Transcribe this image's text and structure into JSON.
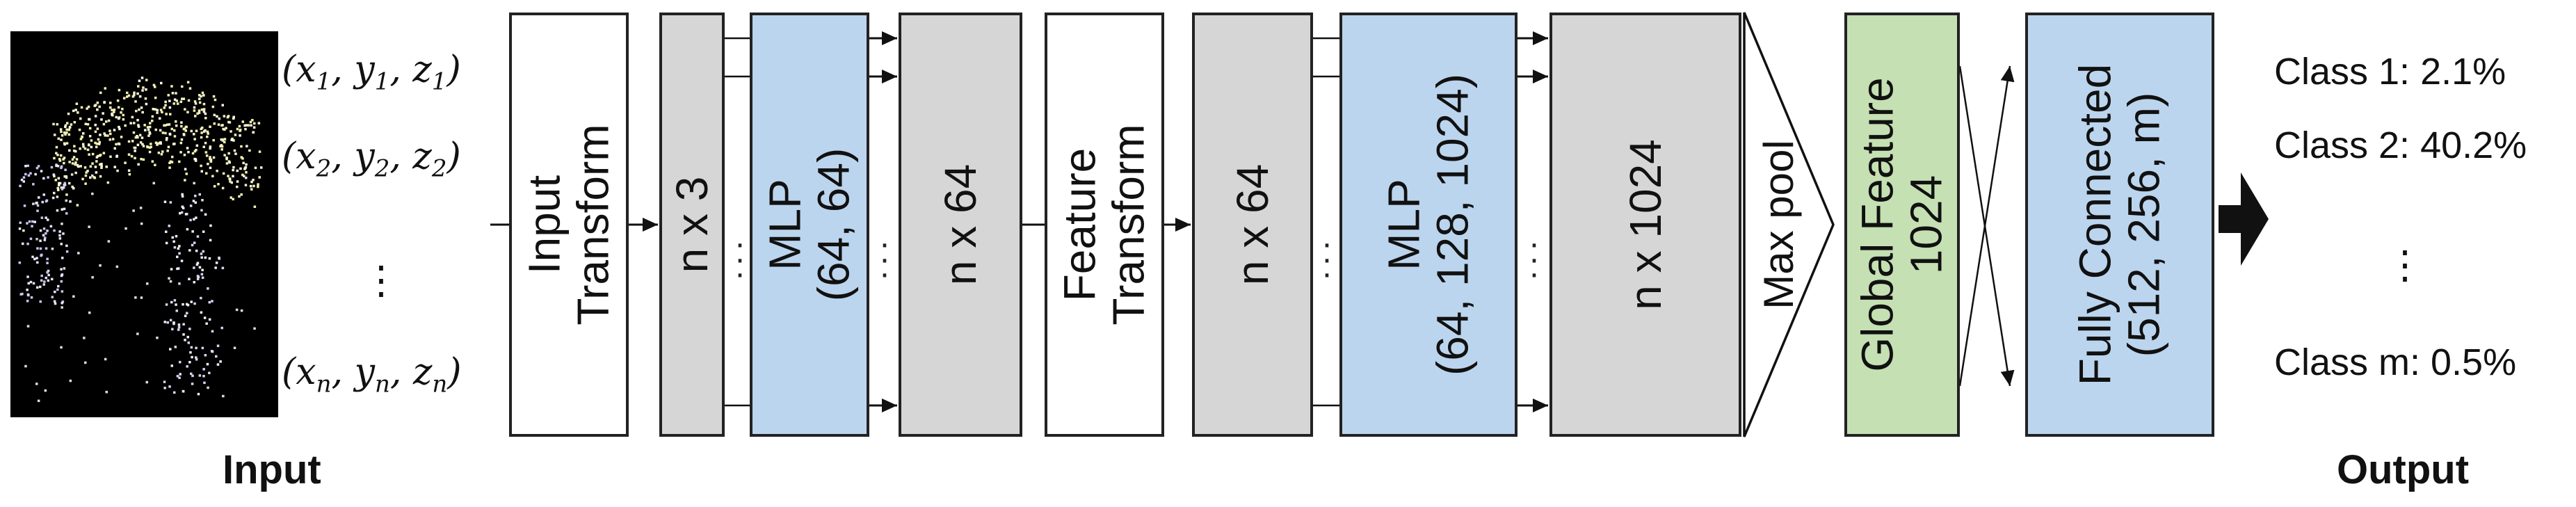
{
  "input": {
    "label": "Input",
    "coords": [
      {
        "x": "x",
        "y": "y",
        "z": "z",
        "sub": "1"
      },
      {
        "x": "x",
        "y": "y",
        "z": "z",
        "sub": "2"
      },
      {
        "x": "x",
        "y": "y",
        "z": "z",
        "sub": "n"
      }
    ],
    "ellipsis": "⋮"
  },
  "blocks": {
    "input_transform": [
      "Input",
      "Transform"
    ],
    "n_x_3": "n x 3",
    "mlp1": [
      "MLP",
      "(64, 64)"
    ],
    "n_x_64_a": "n x 64",
    "feature_transform": [
      "Feature",
      "Transform"
    ],
    "n_x_64_b": "n x 64",
    "mlp2": [
      "MLP",
      "(64, 128, 1024)"
    ],
    "n_x_1024": "n x 1024",
    "max_pool": "Max pool",
    "global_feature": [
      "Global Feature",
      "1024"
    ],
    "fully_connected": [
      "Fully Connected",
      "(512, 256, m)"
    ]
  },
  "output": {
    "label": "Output",
    "classes": [
      "Class 1: 2.1%",
      "Class 2: 40.2%",
      "Class m: 0.5%"
    ],
    "ellipsis": "⋮"
  },
  "colors": {
    "gray": "#d6d6d6",
    "blue": "#bcd5ee",
    "green": "#c5e0b3",
    "point_cloud_bg": "#000000"
  }
}
